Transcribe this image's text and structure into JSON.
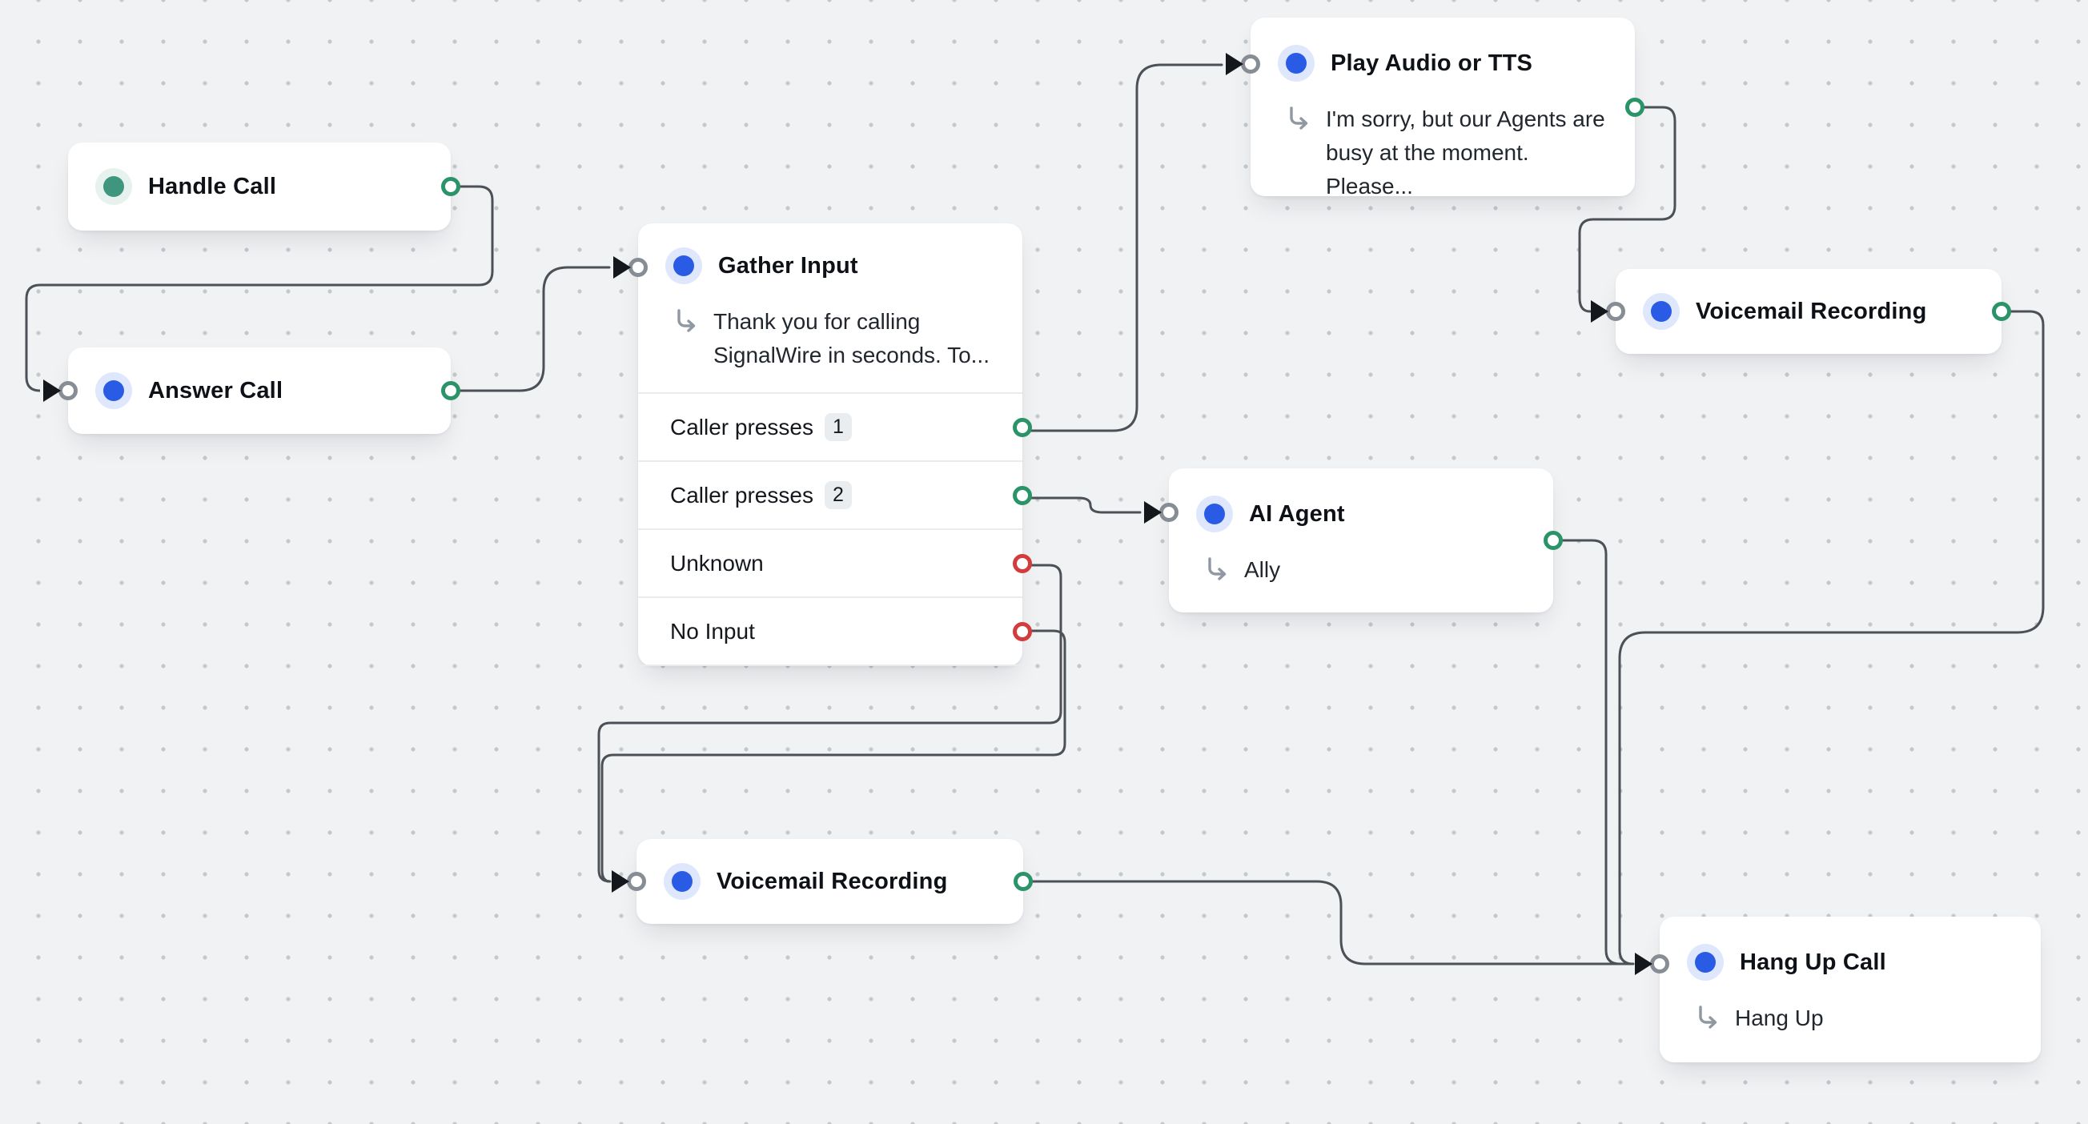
{
  "palette": {
    "canvas_bg": "#f1f2f4",
    "dot": "#c4c8cd",
    "wire": "#4c5157",
    "node_blue": "#2a5be5",
    "node_blue_halo": "#dfe7fc",
    "node_teal": "#3f957d",
    "node_teal_halo": "#e7f2ee",
    "port_green": "#2b9368",
    "port_red": "#d23c3c",
    "port_gray": "#878d94",
    "arrow_black": "#14171b"
  },
  "icons": {
    "node_status": "status-dot-icon",
    "prompt": "elbow-arrow-icon",
    "input_marker": "arrowhead-icon",
    "output_marker": "ring-port-icon"
  },
  "nodes": {
    "handle_call": {
      "title": "Handle Call",
      "status_color": "teal"
    },
    "answer_call": {
      "title": "Answer Call",
      "status_color": "blue"
    },
    "gather_input": {
      "title": "Gather Input",
      "status_color": "blue",
      "prompt": "Thank you for calling SignalWire in seconds. To...",
      "branches": [
        {
          "label": "Caller presses",
          "badge": "1",
          "port": "green"
        },
        {
          "label": "Caller presses",
          "badge": "2",
          "port": "green"
        },
        {
          "label": "Unknown",
          "badge": "",
          "port": "red"
        },
        {
          "label": "No Input",
          "badge": "",
          "port": "red"
        }
      ]
    },
    "play_audio": {
      "title": "Play Audio or TTS",
      "status_color": "blue",
      "prompt": "I'm sorry, but our Agents are busy at the moment. Please..."
    },
    "voicemail_top": {
      "title": "Voicemail Recording",
      "status_color": "blue"
    },
    "ai_agent": {
      "title": "AI Agent",
      "status_color": "blue",
      "prompt": "Ally"
    },
    "voicemail_bottom": {
      "title": "Voicemail Recording",
      "status_color": "blue"
    },
    "hang_up": {
      "title": "Hang Up Call",
      "status_color": "blue",
      "prompt": "Hang Up"
    }
  },
  "connections": [
    {
      "from": "handle_call",
      "from_port": "output",
      "to": "answer_call"
    },
    {
      "from": "answer_call",
      "from_port": "output",
      "to": "gather_input"
    },
    {
      "from": "gather_input",
      "from_port": "Caller presses 1",
      "to": "play_audio"
    },
    {
      "from": "gather_input",
      "from_port": "Caller presses 2",
      "to": "ai_agent"
    },
    {
      "from": "gather_input",
      "from_port": "Unknown",
      "to": "voicemail_bottom"
    },
    {
      "from": "gather_input",
      "from_port": "No Input",
      "to": "voicemail_bottom"
    },
    {
      "from": "play_audio",
      "from_port": "output",
      "to": "voicemail_top"
    },
    {
      "from": "voicemail_top",
      "from_port": "output",
      "to": "hang_up"
    },
    {
      "from": "ai_agent",
      "from_port": "output",
      "to": "hang_up"
    },
    {
      "from": "voicemail_bottom",
      "from_port": "output",
      "to": "hang_up"
    }
  ]
}
